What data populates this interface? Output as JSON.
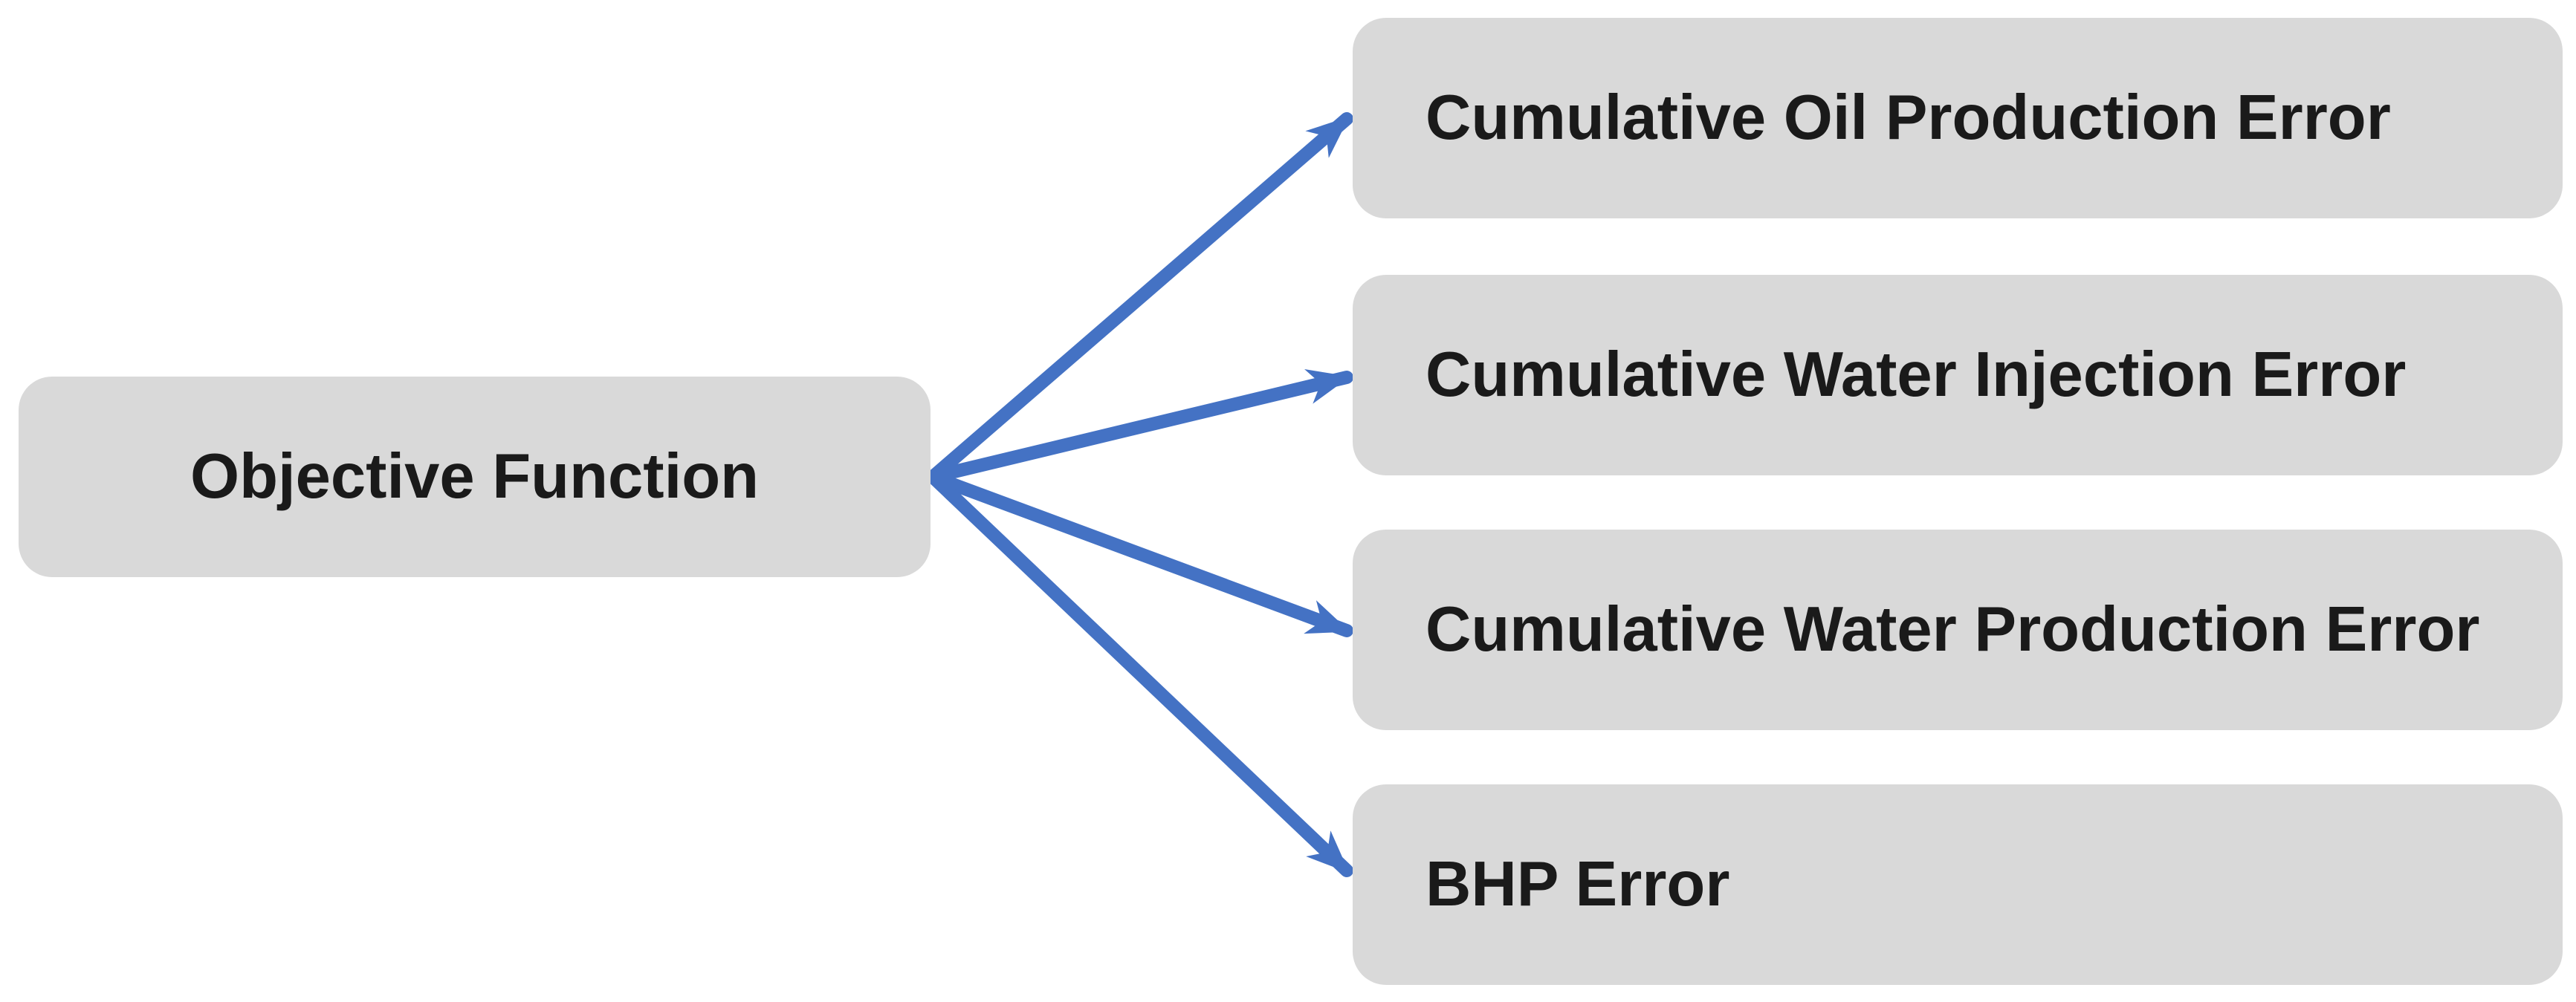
{
  "diagram": {
    "type": "fan-out",
    "root": {
      "label": "Objective Function"
    },
    "children": [
      {
        "label": "Cumulative Oil Production Error"
      },
      {
        "label": "Cumulative Water Injection Error"
      },
      {
        "label": "Cumulative Water Production Error"
      },
      {
        "label": "BHP Error"
      }
    ],
    "connections": [
      {
        "from": "Objective Function",
        "to": "Cumulative Oil Production Error"
      },
      {
        "from": "Objective Function",
        "to": "Cumulative Water Injection Error"
      },
      {
        "from": "Objective Function",
        "to": "Cumulative Water Production Error"
      },
      {
        "from": "Objective Function",
        "to": "BHP Error"
      }
    ],
    "colors": {
      "node_fill": "#d9d9d9",
      "arrow": "#4472c4",
      "text": "#1a1a1a",
      "background": "#ffffff"
    }
  }
}
